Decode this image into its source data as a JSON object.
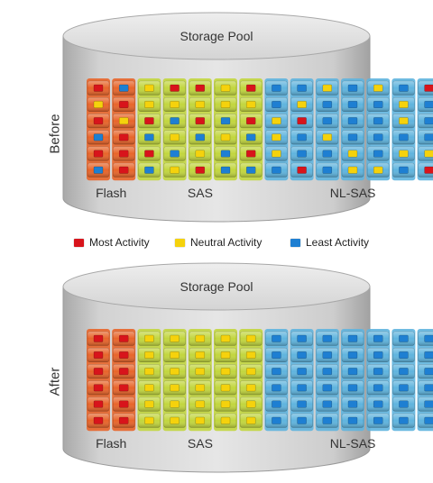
{
  "pools": [
    {
      "id": "before",
      "title": "Storage Pool",
      "side_label": "Before",
      "tiers": [
        "Flash",
        "SAS",
        "NL-SAS"
      ],
      "cells": [
        "MLNMMNMLLNLNLM",
        "NMNNNNNLNLLLNL",
        "MNMLMLMNMLLLNL",
        "LMLNLNLNLNLLLL",
        "MMMLNLMNLLNLNN",
        "LMLNMLLLMLNNLM"
      ]
    },
    {
      "id": "after",
      "title": "Storage Pool",
      "side_label": "After",
      "tiers": [
        "Flash",
        "SAS",
        "NL-SAS"
      ],
      "cells": [
        "MMNNNNNLLLLLLL",
        "MMNNNNNLLLLLLL",
        "MMNNNNNLLLLLLL",
        "MMNNNNNLLLLLLL",
        "MMNNNNNLLLLLLL",
        "MMNNNNNLLLLLLL"
      ]
    }
  ],
  "tier_columns": {
    "Flash": 2,
    "SAS": 5,
    "NL-SAS": 7
  },
  "legend": [
    {
      "key": "M",
      "label": "Most Activity",
      "color": "#d8141b"
    },
    {
      "key": "N",
      "label": "Neutral Activity",
      "color": "#f5d20c"
    },
    {
      "key": "L",
      "label": "Least Activity",
      "color": "#1e7fd2"
    }
  ],
  "tier_colors": {
    "Flash": "#e8652a",
    "SAS": "#c2d63e",
    "NL-SAS": "#5fb4de"
  },
  "cylinder_colors": {
    "top": "#d9d9d9",
    "body": "#c7c7c7"
  }
}
